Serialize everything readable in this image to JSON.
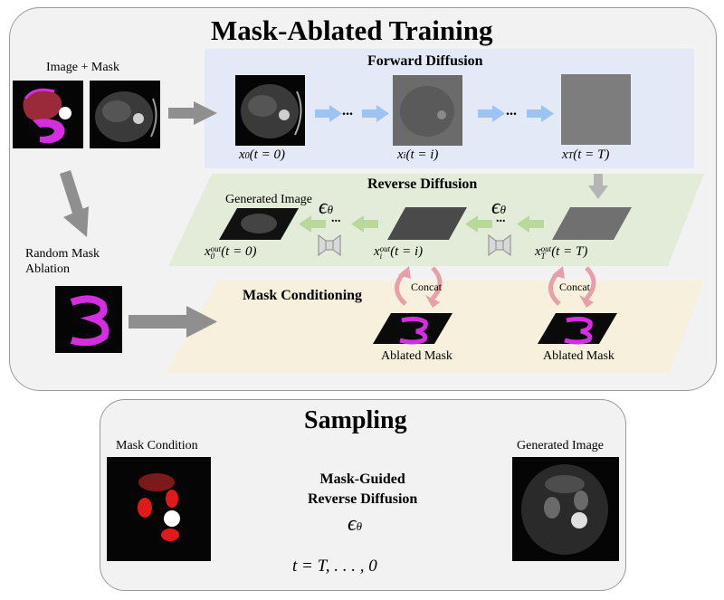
{
  "training": {
    "title": "Mask-Ablated Training",
    "image_mask_label": "Image + Mask",
    "forward_title": "Forward Diffusion",
    "reverse_title": "Reverse Diffusion",
    "conditioning_title": "Mask Conditioning",
    "random_ablation_line1": "Random Mask",
    "random_ablation_line2": "Ablation",
    "generated_image_label": "Generated Image",
    "concat_label_1": "Concat",
    "concat_label_2": "Concat",
    "ablated_mask_label_1": "Ablated Mask",
    "ablated_mask_label_2": "Ablated Mask",
    "forward_states": [
      {
        "var": "x",
        "sub": "0",
        "rest": "(t = 0)"
      },
      {
        "var": "x",
        "sub": "i",
        "rest": "(t = i)"
      },
      {
        "var": "x",
        "sub": "T",
        "rest": "(t = T)"
      }
    ],
    "reverse_states": [
      {
        "var": "x",
        "sup": "out",
        "sub": "0",
        "rest": "(t = 0)"
      },
      {
        "var": "x",
        "sup": "out",
        "sub": "i",
        "rest": "(t = i)"
      },
      {
        "var": "x",
        "sup": "out",
        "sub": "T",
        "rest": "(t = T)"
      }
    ],
    "ellipsis": "...",
    "model_symbol": "ϵ",
    "model_sub": "θ"
  },
  "sampling": {
    "title": "Sampling",
    "mask_condition_label": "Mask Condition",
    "generated_image_label": "Generated Image",
    "box_line1": "Mask-Guided",
    "box_line2": "Reverse Diffusion",
    "model_symbol": "ϵ",
    "model_sub": "θ",
    "timesteps": "t = T, . . . , 0"
  },
  "colors": {
    "panel_bg": "#f2f2f2",
    "forward_band": "#e3e9f6",
    "reverse_band": "#e2ecd9",
    "conditioning_band": "#f6f0dc",
    "mask_magenta": "#d42ee0",
    "mask_red": "#e01a1a",
    "arrow_gray": "#8f8f8f",
    "arrow_blue": "#9cc4f2",
    "arrow_green": "#b8d99a",
    "arrow_pink": "#e8a0a8"
  }
}
